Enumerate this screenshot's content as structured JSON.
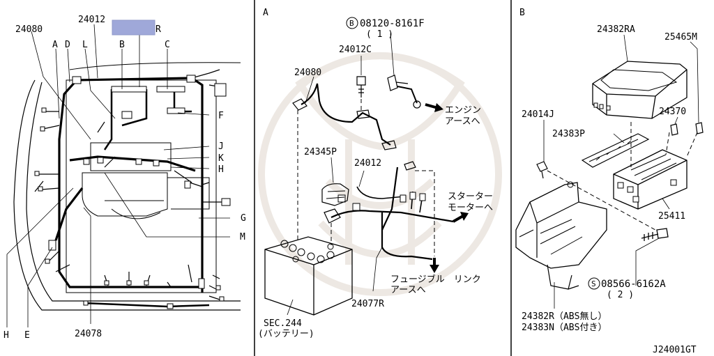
{
  "left_panel": {
    "callouts": [
      "24080",
      "24012",
      "R",
      "A",
      "D",
      "L",
      "B",
      "C",
      "F",
      "J",
      "K",
      "H",
      "G",
      "M",
      "H",
      "E",
      "24078"
    ]
  },
  "panel_a": {
    "title": "A",
    "bolt_symbol": "B",
    "bolt_part": "08120-8161F",
    "bolt_qty": "( 1 )",
    "parts": [
      "24012C",
      "24080",
      "24345P",
      "24012",
      "24077R"
    ],
    "engine_ground_1": "エンジン",
    "engine_ground_2": "アースへ",
    "starter_1": "スターター",
    "starter_2": "モーターへ",
    "fusible_1": "フュージブル　リンク",
    "fusible_2": "アースへ",
    "sec": "SEC.244",
    "battery": "(バッテリー)"
  },
  "panel_b": {
    "title": "B",
    "parts": [
      "24382RA",
      "25465M",
      "24014J",
      "24370",
      "24383P",
      "25411"
    ],
    "screw_symbol": "S",
    "screw_part": "08566-6162A",
    "screw_qty": "( 2 )",
    "note_1": "24382R（ABS無し）",
    "note_2": "24383N（ABS付き）",
    "code": "J24001GT"
  },
  "colors": {
    "line": "#000000",
    "highlight": "#9fa8d9",
    "watermark": "#ece6e0"
  }
}
